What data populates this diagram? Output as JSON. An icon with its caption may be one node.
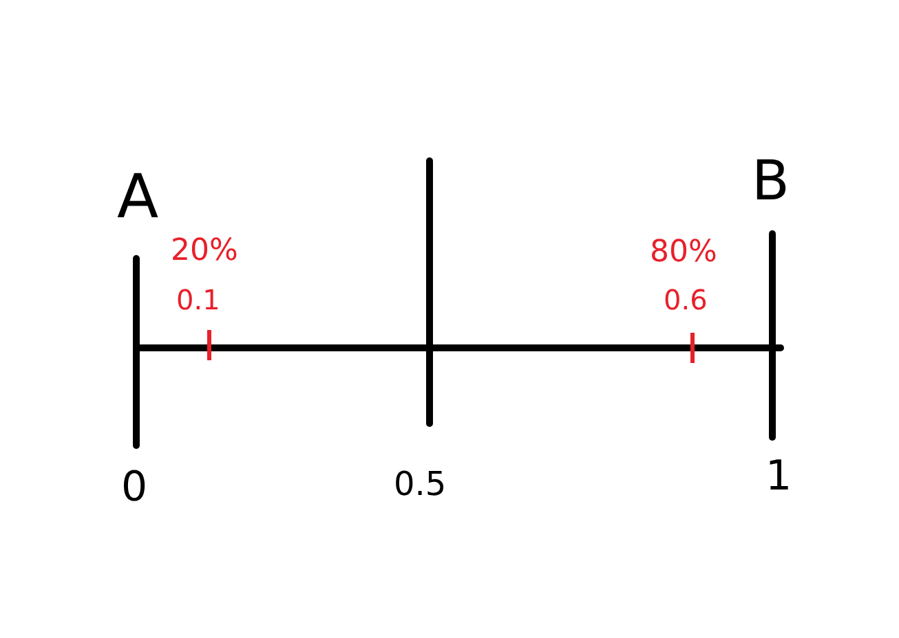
{
  "diagram": {
    "labels": [
      "A",
      "B",
      "20%",
      "0.1",
      "80%",
      "0.6",
      "0",
      "0.5",
      "1"
    ]
  }
}
